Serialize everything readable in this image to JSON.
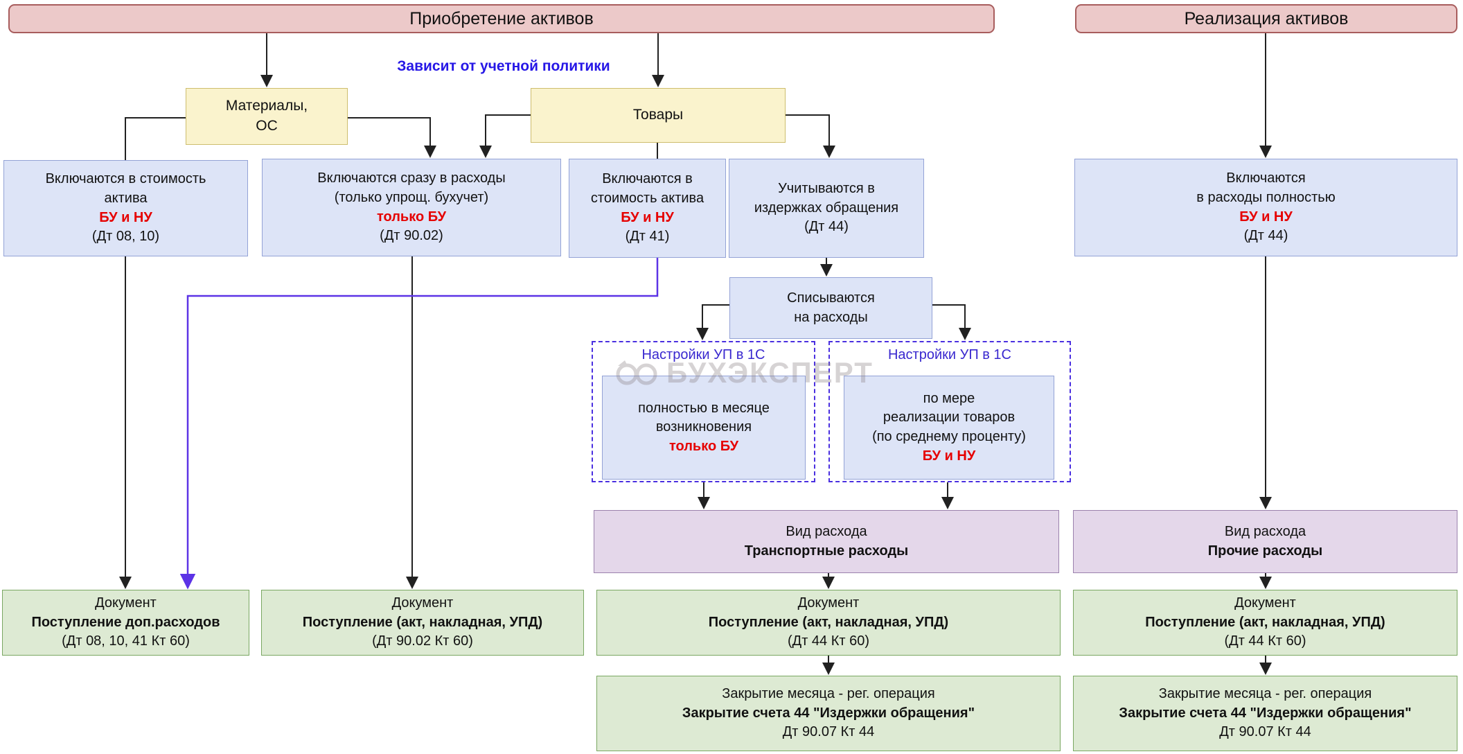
{
  "headers": {
    "acquisition": "Приобретение активов",
    "realization": "Реализация активов"
  },
  "policy_note": "Зависит от учетной политики",
  "watermark": "БУХЭКСПЕРТ",
  "colors": {
    "emphasis_red": "#e60000",
    "note_blue": "#2617e6",
    "settings_blue": "#3928cf",
    "purple_connector": "#5c33e6",
    "header_pink": "#ecc9c9",
    "category_yellow": "#faf3cd",
    "method_blue": "#dde4f7",
    "expense_purple": "#e4d7ea",
    "document_green": "#ddead3"
  },
  "categories": {
    "materials": {
      "line1": "Материалы,",
      "line2": "ОС"
    },
    "goods": {
      "label": "Товары"
    }
  },
  "methods": {
    "b1": {
      "line1": "Включаются в стоимость",
      "line2": "актива",
      "tax": "БУ и НУ",
      "account": "(Дт 08, 10)"
    },
    "b2": {
      "line1": "Включаются сразу в расходы",
      "line2": "(только упрощ. бухучет)",
      "tax": "только БУ",
      "account": "(Дт 90.02)"
    },
    "b3": {
      "line1": "Включаются в",
      "line2": "стоимость актива",
      "tax": "БУ и НУ",
      "account": "(Дт 41)"
    },
    "b4": {
      "line1": "Учитываются в",
      "line2": "издержках обращения",
      "account": "(Дт 44)"
    },
    "b5": {
      "line1": "Включаются",
      "line2": "в расходы полностью",
      "tax": "БУ и НУ",
      "account": "(Дт 44)"
    },
    "writeoff": {
      "line1": "Списываются",
      "line2": "на расходы"
    }
  },
  "settings": {
    "left": {
      "title": "Настройки УП в 1С",
      "line1": "полностью в месяце",
      "line2": "возникновения",
      "tax": "только БУ"
    },
    "right": {
      "title": "Настройки УП в 1С",
      "line1": "по мере",
      "line2": "реализации товаров",
      "line3": "(по среднему проценту)",
      "tax": "БУ и НУ"
    }
  },
  "expense_types": {
    "transport": {
      "label": "Вид расхода",
      "value": "Транспортные расходы"
    },
    "other": {
      "label": "Вид расхода",
      "value": "Прочие расходы"
    }
  },
  "documents": {
    "doc1": {
      "label": "Документ",
      "title": "Поступление доп.расходов",
      "account": "(Дт 08, 10, 41 Кт 60)"
    },
    "doc2": {
      "label": "Документ",
      "title": "Поступление (акт, накладная, УПД)",
      "account": "(Дт 90.02 Кт 60)"
    },
    "doc3": {
      "label": "Документ",
      "title": "Поступление (акт, накладная, УПД)",
      "account": "(Дт 44 Кт 60)"
    },
    "doc4": {
      "label": "Документ",
      "title": "Поступление (акт, накладная, УПД)",
      "account": "(Дт 44 Кт 60)"
    }
  },
  "closing": {
    "close1": {
      "line1": "Закрытие месяца - рег. операция",
      "title": "Закрытие счета 44 \"Издержки обращения\"",
      "account": "Дт 90.07 Кт 44"
    },
    "close2": {
      "line1": "Закрытие месяца - рег. операция",
      "title": "Закрытие счета 44 \"Издержки обращения\"",
      "account": "Дт 90.07 Кт 44"
    }
  }
}
